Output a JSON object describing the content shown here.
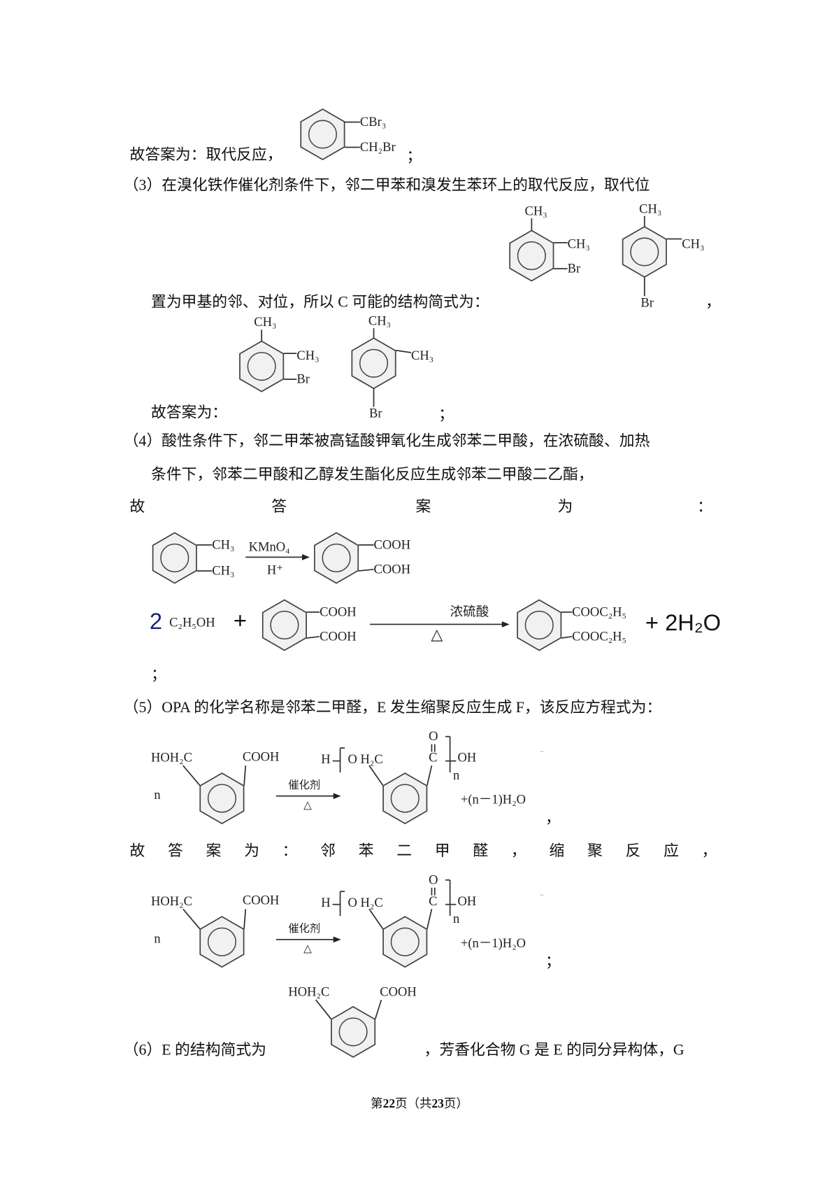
{
  "p2": {
    "answer": "故答案为：取代反应，",
    "cbr3": "CBr₃",
    "ch2br": "CH₂Br",
    "semi": "；"
  },
  "p3": {
    "line1": "（3）在溴化铁作催化剂条件下，邻二甲苯和溴发生苯环上的取代反应，取代位",
    "line2": "置为甲基的邻、对位，所以 C 可能的结构简式为：",
    "comma": "，",
    "answer": "故答案为：",
    "semi": "；",
    "ch3": "CH₃",
    "br": "Br"
  },
  "p4": {
    "line1": "（4）酸性条件下，邻二甲苯被高锰酸钾氧化生成邻苯二甲酸，在浓硫酸、加热",
    "line2": "条件下，邻苯二甲酸和乙醇发生酯化反应生成邻苯二甲酸二乙酯，",
    "spaced": [
      "故",
      "答",
      "案",
      "为",
      "："
    ],
    "eq1": {
      "ch3": "CH₃",
      "reagent": "KMnO₄",
      "cond": "H⁺",
      "cooh": "COOH"
    },
    "eq2": {
      "coef": "2",
      "ethanol": "C₂H₅OH",
      "plus": "+",
      "cooh": "COOH",
      "reagent": "浓硫酸",
      "heat": "△",
      "ester": "COOC₂H₅",
      "water": "+ 2H₂O"
    },
    "semi": "；"
  },
  "p5": {
    "line1": "（5）OPA 的化学名称是邻苯二甲醛，E 发生缩聚反应生成 F，该反应方程式为：",
    "eq": {
      "hoh2c": "HOH₂C",
      "cooh": "COOH",
      "n": "n",
      "h": "H",
      "oh2c": "O H₂C",
      "o": "O",
      "c": "C",
      "oh": "OH",
      "catalyst": "催化剂",
      "heat": "△",
      "water": "+(n－1)H₂O",
      "dots": "¨"
    },
    "comma": "，",
    "spaced": [
      "故",
      "答",
      "案",
      "为",
      "：",
      "邻",
      "苯",
      "二",
      "甲",
      "醛",
      "，",
      "缩",
      "聚",
      "反",
      "应",
      "，"
    ],
    "semi": "；"
  },
  "p6": {
    "line_a": "（6）E 的结构简式为",
    "line_b": "，芳香化合物 G 是 E 的同分异构体，G",
    "hoh2c": "HOH₂C",
    "cooh": "COOH"
  },
  "footer": {
    "pre": "第",
    "page": "22",
    "mid": "页（共",
    "total": "23",
    "post": "页）"
  }
}
